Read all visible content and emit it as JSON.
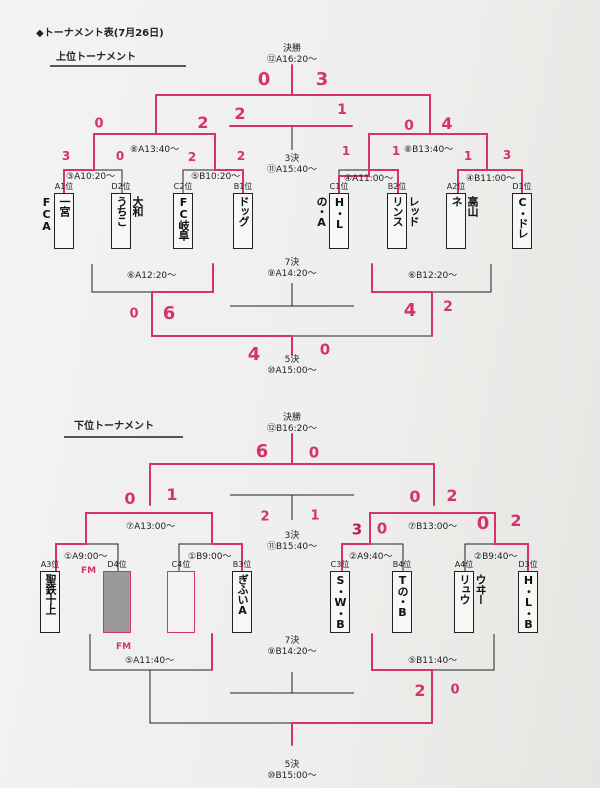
{
  "title": "◆トーナメント表(7月26日)",
  "upper": {
    "heading": "上位トーナメント",
    "final": {
      "label": "決勝",
      "slot": "⑫A16:20〜",
      "scores": [
        "0",
        "3"
      ]
    },
    "third": {
      "label": "3決",
      "slot": "⑪A15:40〜",
      "scores": [
        "2",
        "1"
      ]
    },
    "seventh": {
      "label": "7決",
      "slot": "⑨A14:20〜"
    },
    "fifth": {
      "label": "5決",
      "slot": "⑩A15:00〜",
      "scores": [
        "4",
        "0"
      ]
    },
    "semis": [
      {
        "slot": "⑧A13:40〜",
        "scores": [
          "0",
          "2"
        ]
      },
      {
        "slot": "⑧B13:40〜",
        "scores": [
          "0",
          "4"
        ]
      }
    ],
    "consolation": [
      {
        "slot": "⑥A12:20〜",
        "scores": [
          "0",
          "6"
        ]
      },
      {
        "slot": "⑥B12:20〜",
        "scores": [
          "4",
          "2"
        ]
      }
    ],
    "rounds": [
      {
        "slot": "③A10:20〜",
        "scores": [
          "3",
          "0"
        ]
      },
      {
        "slot": "⑤B10:20〜",
        "scores": [
          "2",
          "2"
        ]
      },
      {
        "slot": "④A11:00〜",
        "scores": [
          "1",
          "1"
        ]
      },
      {
        "slot": "④B11:00〜",
        "scores": [
          "1",
          "3"
        ]
      }
    ],
    "teams": [
      {
        "label": "A1位",
        "name": "一宮FCA"
      },
      {
        "label": "D2位",
        "name": "大和",
        "name2": "うちこ"
      },
      {
        "label": "C2位",
        "name": "FC岐阜"
      },
      {
        "label": "B1位",
        "name": "ドッグ"
      },
      {
        "label": "C1位",
        "name": "H・Lの・A"
      },
      {
        "label": "B2位",
        "name": "レッド",
        "name2": "リンス"
      },
      {
        "label": "A2位",
        "name": "高山",
        "name2": "ネ"
      },
      {
        "label": "D1位",
        "name": "C・ドレ"
      }
    ]
  },
  "lower": {
    "heading": "下位トーナメント",
    "final": {
      "label": "決勝",
      "slot": "⑫B16:20〜",
      "scores": [
        "6",
        "0"
      ]
    },
    "third": {
      "label": "3決",
      "slot": "⑪B15:40〜",
      "scores": [
        "2",
        "1"
      ]
    },
    "seventh": {
      "label": "7決",
      "slot": "⑨B14:20〜"
    },
    "fifth": {
      "label": "5決",
      "slot": "⑩B15:00〜",
      "scores": [
        "2",
        "0"
      ]
    },
    "semis": [
      {
        "slot": "⑦A13:00〜",
        "scores": [
          "0",
          "1"
        ]
      },
      {
        "slot": "⑦B13:00〜",
        "scores": [
          "0",
          "2"
        ]
      }
    ],
    "consolation": [
      {
        "slot": "⑤A11:40〜"
      },
      {
        "slot": "⑤B11:40〜"
      }
    ],
    "rounds": [
      {
        "slot": "①A9:00〜"
      },
      {
        "slot": "①B9:00〜"
      },
      {
        "slot": "②A9:40〜",
        "scores": [
          "3",
          "0"
        ]
      },
      {
        "slot": "②B9:40〜",
        "scores": [
          "0",
          "2"
        ]
      }
    ],
    "teams": [
      {
        "label": "A3位",
        "name": "聖鉄十上"
      },
      {
        "label": "D4位",
        "name": ""
      },
      {
        "label": "C4位",
        "name": ""
      },
      {
        "label": "B3位",
        "name": "ぎふいA"
      },
      {
        "label": "C3位",
        "name": "S・W・B"
      },
      {
        "label": "B4位",
        "name": "Tの・B"
      },
      {
        "label": "A4位",
        "name": "ウヰー",
        "name2": "リュウ"
      },
      {
        "label": "D3位",
        "name": "H・L・B"
      }
    ],
    "fm_marks": [
      "FM",
      "FM"
    ]
  }
}
